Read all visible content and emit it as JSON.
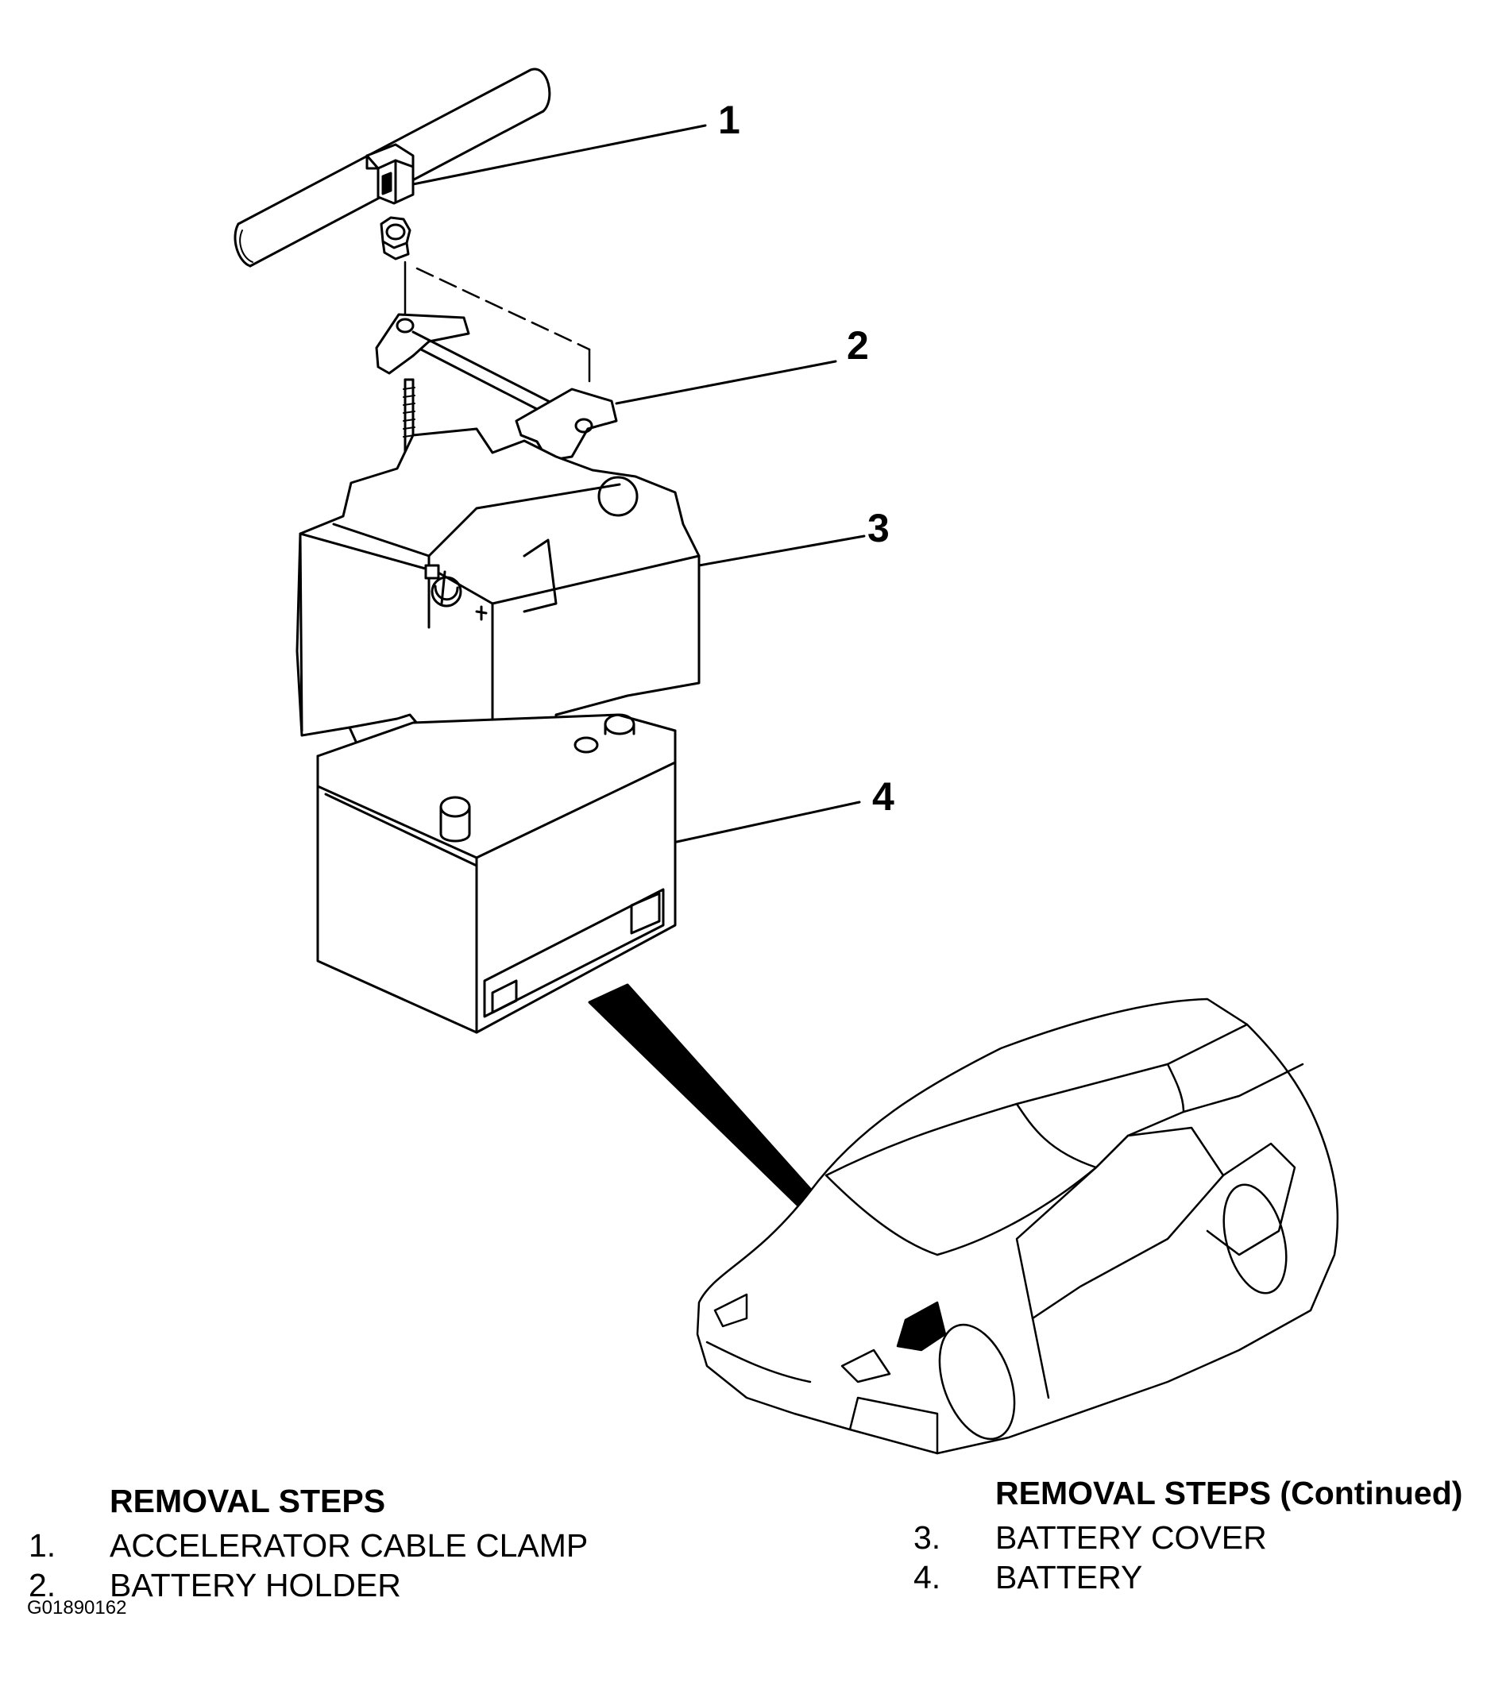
{
  "callouts": {
    "c1": "1",
    "c2": "2",
    "c3": "3",
    "c4": "4"
  },
  "steps_left": {
    "heading": "REMOVAL STEPS",
    "items": [
      {
        "num": "1.",
        "label": "ACCELERATOR CABLE CLAMP"
      },
      {
        "num": "2.",
        "label": "BATTERY HOLDER"
      }
    ]
  },
  "steps_right": {
    "heading": "REMOVAL STEPS (Continued)",
    "items": [
      {
        "num": "3.",
        "label": "BATTERY COVER"
      },
      {
        "num": "4.",
        "label": "BATTERY"
      }
    ]
  },
  "figure_id": "G01890162",
  "colors": {
    "ink": "#000000",
    "paper": "#ffffff"
  }
}
